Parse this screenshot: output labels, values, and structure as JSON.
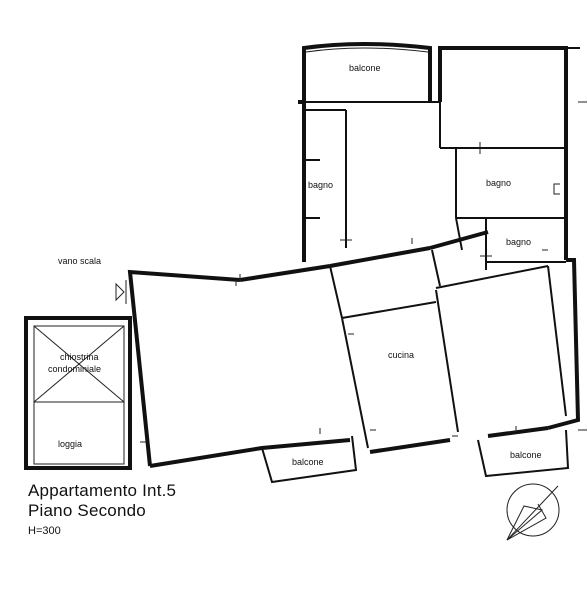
{
  "plan": {
    "rooms": {
      "balcone_top": "balcone",
      "bagno_left": "bagno",
      "bagno_right": "bagno",
      "bagno_small": "bagno",
      "vano_scala": "vano scala",
      "chiostrina_line1": "chiostrina",
      "chiostrina_line2": "condominiale",
      "loggia": "loggia",
      "cucina": "cucina",
      "balcone_bottom_left": "balcone",
      "balcone_bottom_right": "balcone"
    },
    "title_line1": "Appartamento  Int.5",
    "title_line2": "Piano  Secondo",
    "height_note": "H=300",
    "compass_icon": "north-arrow-icon"
  }
}
